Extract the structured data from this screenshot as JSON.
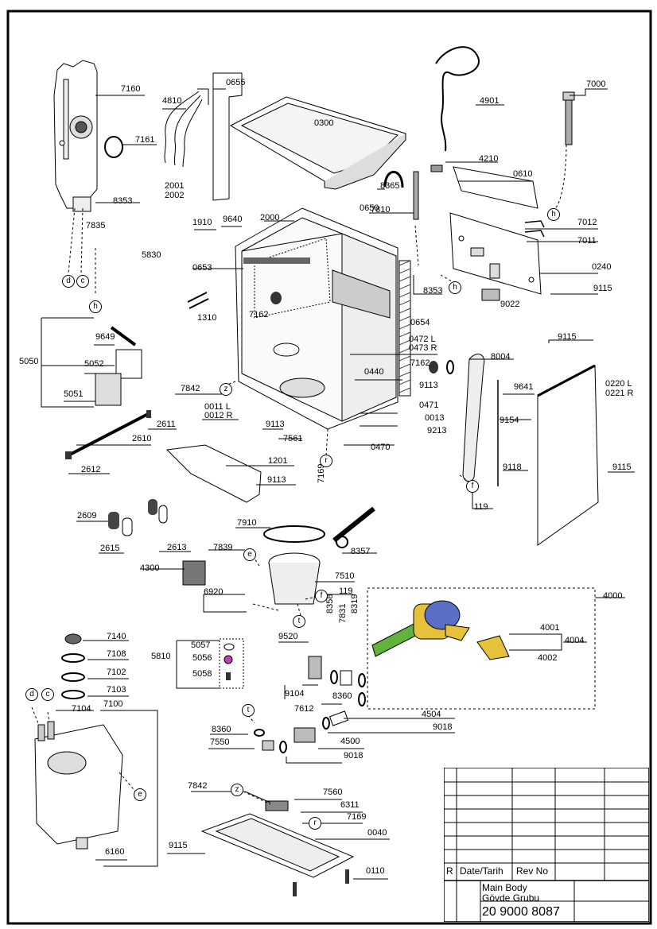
{
  "labels": {
    "p7160": "7160",
    "p4810": "4810",
    "p0655": "0655",
    "p0300": "0300",
    "p4901": "4901",
    "p7000": "7000",
    "p7161": "7161",
    "p2001": "2001",
    "p2002": "2002",
    "p8353a": "8353",
    "p7835": "7835",
    "p5830": "5830",
    "p4210": "4210",
    "p0610": "0610",
    "p8365": "8365",
    "p7810": "7810",
    "p0650": "0650",
    "p2000": "2000",
    "p1910": "1910",
    "p9640": "9640",
    "p7012": "7012",
    "p7011": "7011",
    "p0240": "0240",
    "p0653": "0653",
    "p8353b": "8353",
    "p9022": "9022",
    "p9115a": "9115",
    "p7162a": "7162",
    "p1310": "1310",
    "p0654": "0654",
    "p9649": "9649",
    "p0472": "0472 L",
    "p0473": "0473 R",
    "p5050": "5050",
    "p5052": "5052",
    "p7162b": "7162",
    "p8004": "8004",
    "p9115b": "9115",
    "p0440": "0440",
    "p9113a": "9113",
    "p9641": "9641",
    "p0220": "0220 L",
    "p0221": "0221 R",
    "p5051": "5051",
    "p7842a": "7842",
    "p0471": "0471",
    "p0011": "0011 L",
    "p0012": "0012 R",
    "p0013": "0013",
    "p9154": "9154",
    "p2611": "2611",
    "p9113b": "9113",
    "p9213": "9213",
    "p2610": "2610",
    "p7561": "7561",
    "p0470": "0470",
    "p1201": "1201",
    "p9118": "9118",
    "p9115c": "9115",
    "p2612": "2612",
    "p9113c": "9113",
    "p7169a": "7169",
    "p119a": "119",
    "p2609": "2609",
    "p7910": "7910",
    "p2615": "2615",
    "p2613": "2613",
    "p7839": "7839",
    "p8357": "8357",
    "p4300": "4300",
    "p7510": "7510",
    "p6920": "6920",
    "p119b": "119",
    "p4000": "4000",
    "p7140": "7140",
    "p9520": "9520",
    "p8358": "8358",
    "p7831": "7831",
    "p8319": "8319",
    "p4001": "4001",
    "p4004": "4004",
    "p7108": "7108",
    "p5057": "5057",
    "p5810": "5810",
    "p5056": "5056",
    "p4002": "4002",
    "p7102": "7102",
    "p5058": "5058",
    "p7103": "7103",
    "p9104": "9104",
    "p8360a": "8360",
    "p7104": "7104",
    "p7100": "7100",
    "p7612": "7612",
    "p4504": "4504",
    "p9018a": "9018",
    "p8360b": "8360",
    "p4500": "4500",
    "p7550": "7550",
    "p9018b": "9018",
    "p7842b": "7842",
    "p7560": "7560",
    "p6311": "6311",
    "p7169b": "7169",
    "p0040": "0040",
    "p6160": "6160",
    "p9115d": "9115",
    "p0110": "0110"
  },
  "callouts": {
    "d": "d",
    "c": "c",
    "h": "h",
    "z": "z",
    "r": "r",
    "f": "f",
    "e": "e",
    "t": "t"
  },
  "title_block": {
    "rev_marker": "R",
    "date_label": "Date/Tarih",
    "rev_label": "Rev No",
    "name_en": "Main Body",
    "name_tr": "Gövde Grubu",
    "part_number": "20 9000 8087"
  },
  "colors": {
    "line": "#000000",
    "pump_blue": "#5b6fc4",
    "pump_green": "#62b33b",
    "pump_yellow": "#e6c23a",
    "seal_pink": "#c23fb0",
    "panel_hatch": "#444444"
  }
}
